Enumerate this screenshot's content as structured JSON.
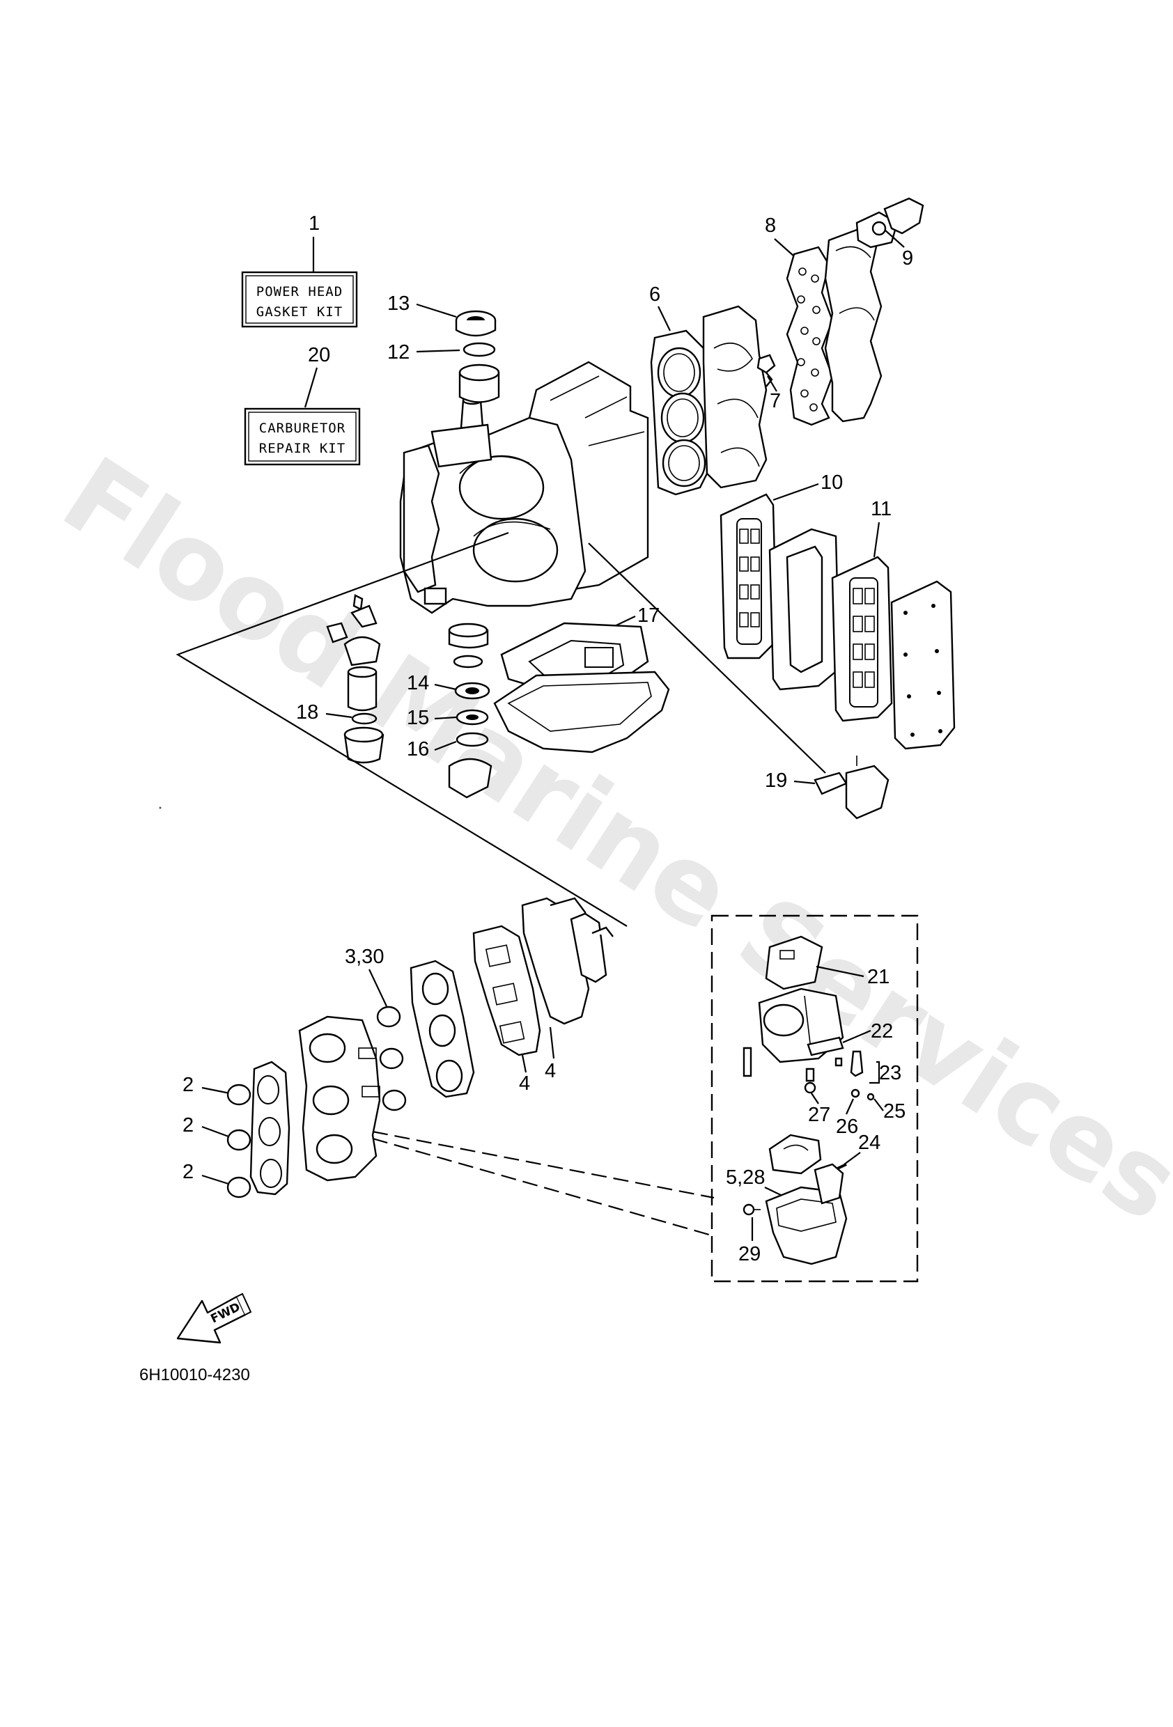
{
  "watermark": "Flood Marine Services",
  "kits": {
    "power_head": {
      "ref": "1",
      "line1": "POWER HEAD",
      "line2": "GASKET KIT"
    },
    "carburetor": {
      "ref": "20",
      "line1": "CARBURETOR",
      "line2": "REPAIR KIT"
    }
  },
  "callouts": {
    "c13": "13",
    "c12": "12",
    "c6": "6",
    "c8": "8",
    "c9": "9",
    "c7": "7",
    "c10": "10",
    "c11": "11",
    "c17": "17",
    "c14": "14",
    "c15": "15",
    "c18": "18",
    "c16": "16",
    "c19": "19",
    "c3_30": "3,30",
    "c2a": "2",
    "c2b": "2",
    "c2c": "2",
    "c4a": "4",
    "c4b": "4",
    "c21": "21",
    "c22": "22",
    "c23": "23",
    "c25": "25",
    "c27": "27",
    "c26": "26",
    "c24": "24",
    "c5_28": "5,28",
    "c29": "29"
  },
  "fwd_label": "FWD",
  "part_code": "6H10010-4230",
  "icons": {
    "forward": "fwd-arrow-icon"
  }
}
